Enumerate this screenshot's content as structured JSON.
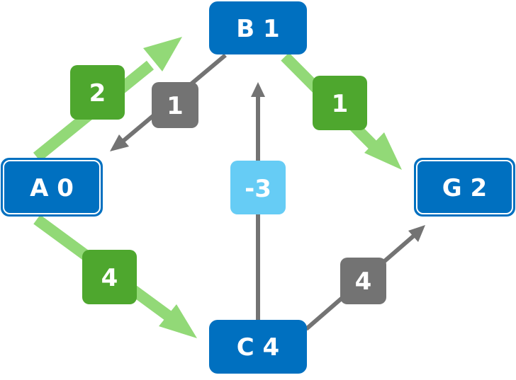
{
  "colors": {
    "node_fill": "#0070c0",
    "path_edge": "#92d977",
    "path_weight_box": "#4ea72e",
    "other_edge": "#737373",
    "other_weight_box": "#737373",
    "negative_weight_box": "#66ccf5",
    "text": "#ffffff"
  },
  "nodes": {
    "A": {
      "label": "A 0",
      "style": "double-border"
    },
    "B": {
      "label": "B 1",
      "style": "plain"
    },
    "C": {
      "label": "C 4",
      "style": "plain"
    },
    "G": {
      "label": "G 2",
      "style": "double-border"
    }
  },
  "edges": [
    {
      "id": "a-to-b",
      "from": "A",
      "to": "B",
      "weight": "2",
      "highlighted": true
    },
    {
      "id": "b-to-a",
      "from": "B",
      "to": "A",
      "weight": "1",
      "highlighted": false
    },
    {
      "id": "b-to-g",
      "from": "B",
      "to": "G",
      "weight": "1",
      "highlighted": true
    },
    {
      "id": "a-to-c",
      "from": "A",
      "to": "C",
      "weight": "4",
      "highlighted": true
    },
    {
      "id": "c-to-b",
      "from": "C",
      "to": "B",
      "weight": "-3",
      "highlighted": false,
      "negative": true
    },
    {
      "id": "c-to-g",
      "from": "C",
      "to": "G",
      "weight": "4",
      "highlighted": false
    }
  ]
}
